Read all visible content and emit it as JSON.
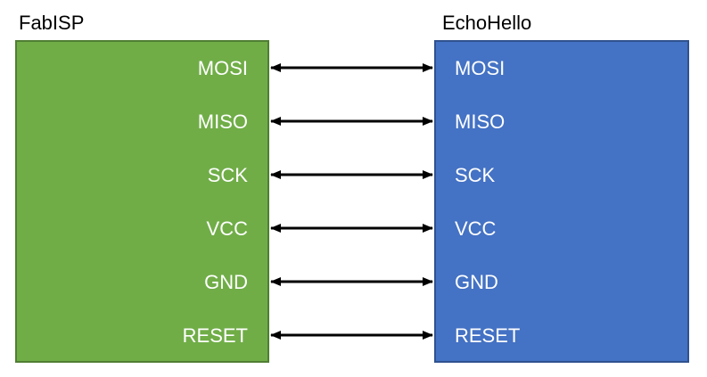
{
  "left_block": {
    "title": "FabISP",
    "fill": "#70ad47",
    "border": "#507e32",
    "pins": [
      "MOSI",
      "MISO",
      "SCK",
      "VCC",
      "GND",
      "RESET"
    ]
  },
  "right_block": {
    "title": "EchoHello",
    "fill": "#4472c4",
    "border": "#2f528f",
    "pins": [
      "MOSI",
      "MISO",
      "SCK",
      "VCC",
      "GND",
      "RESET"
    ]
  },
  "connections": [
    {
      "from": "MOSI",
      "to": "MOSI",
      "direction": "bidirectional"
    },
    {
      "from": "MISO",
      "to": "MISO",
      "direction": "bidirectional"
    },
    {
      "from": "SCK",
      "to": "SCK",
      "direction": "bidirectional"
    },
    {
      "from": "VCC",
      "to": "VCC",
      "direction": "bidirectional"
    },
    {
      "from": "GND",
      "to": "GND",
      "direction": "bidirectional"
    },
    {
      "from": "RESET",
      "to": "RESET",
      "direction": "bidirectional"
    }
  ],
  "arrow_color": "#000000"
}
